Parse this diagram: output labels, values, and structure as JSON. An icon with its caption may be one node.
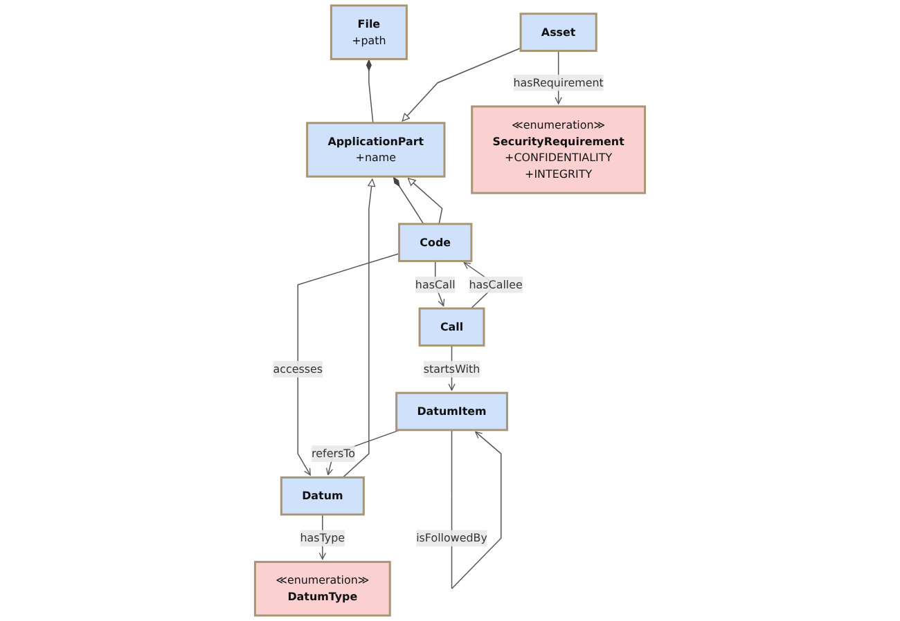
{
  "diagram": {
    "nodes": [
      {
        "text": [
          "File",
          "+path"
        ]
      },
      {
        "text": [
          "≪enumeration≫",
          "DatumType"
        ]
      },
      {
        "text": [
          "Asset"
        ]
      },
      {
        "text": [
          "ApplicationPart",
          "+name"
        ]
      },
      {
        "text": [
          "Datum"
        ]
      },
      {
        "text": [
          "≪enumeration≫",
          "SecurityRequirement",
          "+CONFIDENTIALITY",
          "+INTEGRITY"
        ]
      },
      {
        "text": [
          "Code"
        ]
      },
      {
        "text": [
          "Call"
        ]
      },
      {
        "text": [
          "DatumItem"
        ]
      }
    ],
    "edges": [
      {
        "from": 0,
        "to": 3,
        "arrow": "other"
      },
      {
        "from": 2,
        "to": 3,
        "arrow": "to"
      },
      {
        "from": 4,
        "to": 3,
        "arrow": "to"
      },
      {
        "from": 4,
        "to": 1,
        "label": "hasType",
        "arrow": "to"
      },
      {
        "from": 2,
        "to": 5,
        "label": "hasRequirement",
        "arrow": "to"
      },
      {
        "from": 3,
        "to": 6,
        "arrow": "other"
      },
      {
        "from": 6,
        "to": 3,
        "arrow": "to"
      },
      {
        "from": 6,
        "to": 4,
        "label": "accesses",
        "arrow": "to"
      },
      {
        "from": 6,
        "to": 7,
        "label": "hasCall",
        "arrow": "to"
      },
      {
        "from": 7,
        "to": 6,
        "label": "hasCallee",
        "arrow": "to"
      },
      {
        "from": 7,
        "to": 8,
        "label": "startsWith",
        "arrow": "to"
      },
      {
        "from": 8,
        "to": 4,
        "label": "refersTo",
        "arrow": "to"
      },
      {
        "from": 8,
        "to": 8,
        "label": "isFollowedBy",
        "arrow": "to"
      }
    ]
  }
}
